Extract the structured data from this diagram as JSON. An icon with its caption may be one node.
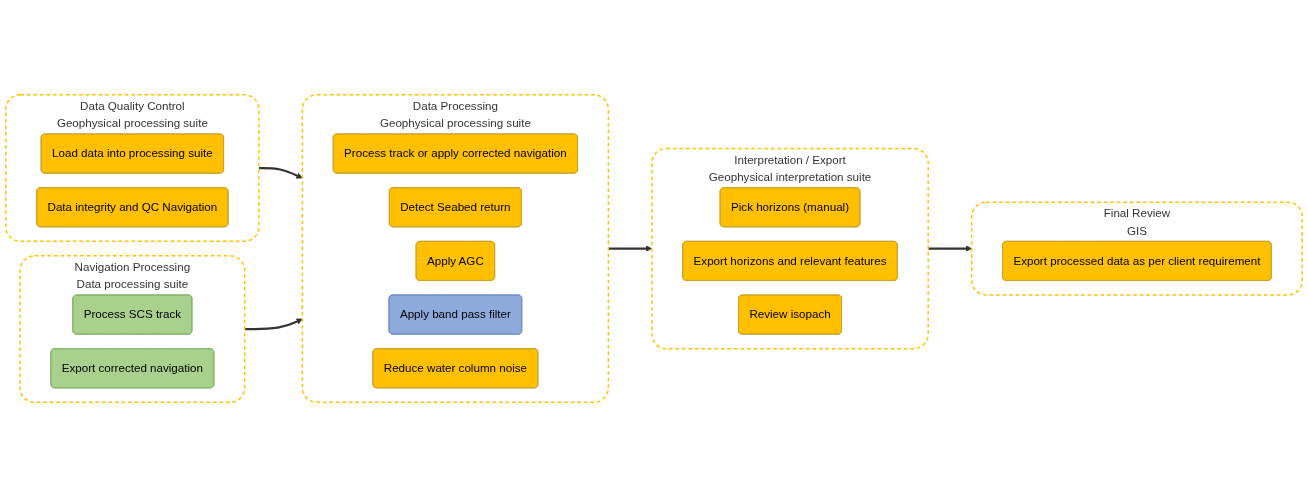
{
  "diagram": {
    "nodes": [
      {
        "text": [
          "Data Quality Control",
          "Geophysical processing suite"
        ]
      },
      {
        "text": [
          "Load data into processing suite"
        ],
        "in": 0
      },
      {
        "text": [
          "Data integrity and QC Navigation"
        ],
        "in": 0
      },
      {
        "text": [
          "Navigation Processing",
          "Data processing suite"
        ]
      },
      {
        "text": [
          "Process SCS track"
        ],
        "in": 3
      },
      {
        "text": [
          "Export corrected navigation"
        ],
        "in": 3
      },
      {
        "text": [
          "Data Processing",
          "Geophysical processing suite"
        ]
      },
      {
        "text": [
          "Process track or apply corrected navigation"
        ],
        "in": 6
      },
      {
        "text": [
          "Detect Seabed return"
        ],
        "in": 6
      },
      {
        "text": [
          "Apply AGC"
        ],
        "in": 6
      },
      {
        "text": [
          "Apply band pass filter"
        ],
        "in": 6
      },
      {
        "text": [
          "Reduce water column noise"
        ],
        "in": 6
      },
      {
        "text": [
          "Interpretation / Export",
          "Geophysical interpretation suite"
        ]
      },
      {
        "text": [
          "Pick horizons (manual)"
        ],
        "in": 12
      },
      {
        "text": [
          "Export horizons and relevant features"
        ],
        "in": 12
      },
      {
        "text": [
          "Review isopach"
        ],
        "in": 12
      },
      {
        "text": [
          "Final Review",
          "GIS"
        ]
      },
      {
        "text": [
          "Export processed data as per client requirement"
        ],
        "in": 16
      }
    ],
    "edges": [
      {
        "from": 0,
        "to": 6,
        "arrow": "to"
      },
      {
        "from": 3,
        "to": 6,
        "arrow": "to"
      },
      {
        "from": 6,
        "to": 12,
        "arrow": "to"
      },
      {
        "from": 12,
        "to": 16,
        "arrow": "to"
      }
    ]
  }
}
